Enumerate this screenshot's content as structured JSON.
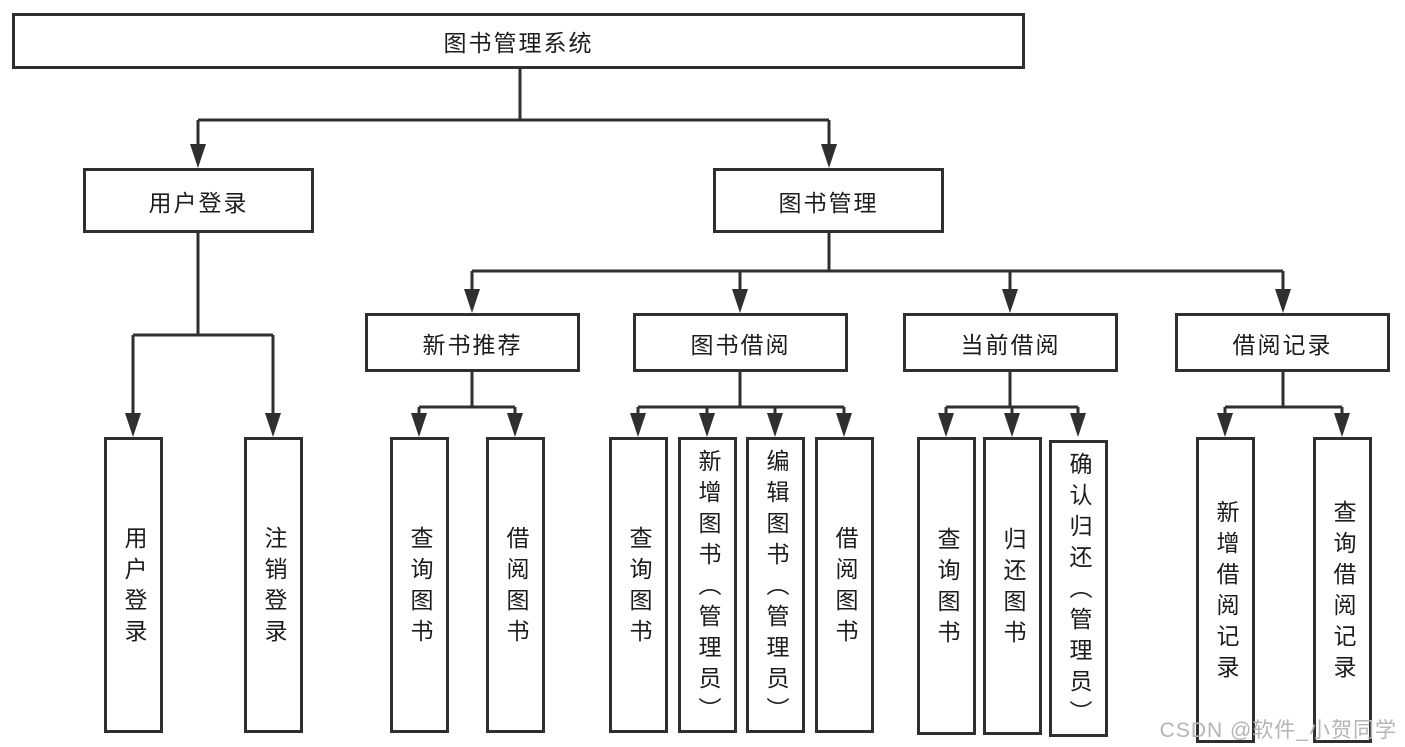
{
  "diagram_title": "图书管理系统",
  "tree": {
    "root": {
      "label": "图书管理系统"
    },
    "children": [
      {
        "label": "用户登录",
        "children": [
          {
            "label": "用户登录"
          },
          {
            "label": "注销登录"
          }
        ]
      },
      {
        "label": "图书管理",
        "children": [
          {
            "label": "新书推荐",
            "children": [
              {
                "label": "查询图书"
              },
              {
                "label": "借阅图书"
              }
            ]
          },
          {
            "label": "图书借阅",
            "children": [
              {
                "label": "查询图书"
              },
              {
                "label": "新增图书（管理员）"
              },
              {
                "label": "编辑图书（管理员）"
              },
              {
                "label": "借阅图书"
              }
            ]
          },
          {
            "label": "当前借阅",
            "children": [
              {
                "label": "查询图书"
              },
              {
                "label": "归还图书"
              },
              {
                "label": "确认归还（管理员）"
              }
            ]
          },
          {
            "label": "借阅记录",
            "children": [
              {
                "label": "新增借阅记录"
              },
              {
                "label": "查询借阅记录"
              }
            ]
          }
        ]
      }
    ]
  },
  "watermark": {
    "text": "CSDN @软件_小贺同学"
  },
  "colors": {
    "line": "#2f2f2f",
    "box_border": "#2f2f2f",
    "text": "#1c1c1c",
    "watermark": "#b4b4b4",
    "background": "#ffffff"
  }
}
